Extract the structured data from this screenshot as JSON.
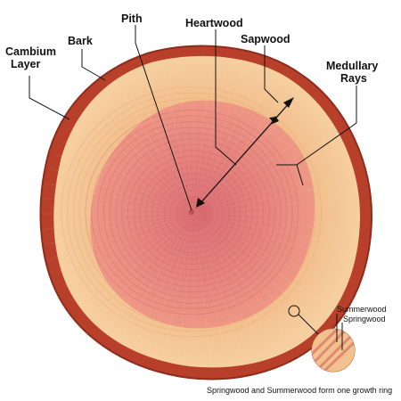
{
  "labels": {
    "pith": "Pith",
    "heartwood": "Heartwood",
    "sapwood": "Sapwood",
    "bark": "Bark",
    "cambium_line1": "Cambium",
    "cambium_line2": "Layer",
    "medullary_line1": "Medullary",
    "medullary_line2": "Rays",
    "summerwood": "Summerwood",
    "springwood": "Springwood",
    "caption": "Springwood and Summerwood form one growth ring"
  },
  "colors": {
    "bark": "#b8402a",
    "bark_dark": "#8f2c1c",
    "sapwood": "#f2bf8c",
    "sapwood_light": "#f6cfa2",
    "heartwood": "#e98c83",
    "heartwood_center": "#dd7275",
    "ring_line": "#c75c61",
    "text": "#111111"
  }
}
